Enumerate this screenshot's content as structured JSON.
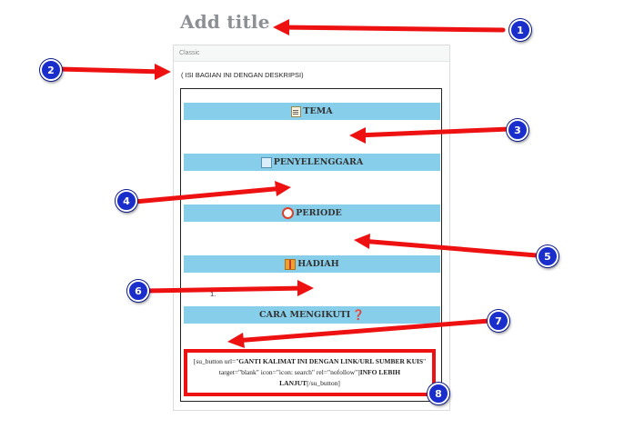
{
  "post_title_placeholder": "Add title",
  "editor": {
    "block_label": "Classic",
    "description": "( ISI BAGIAN INI DENGAN DESKRIPSI)",
    "sections": [
      {
        "label": "TEMA",
        "icon": "memo-icon"
      },
      {
        "label": "PENYELENGGARA",
        "icon": "calendar-icon"
      },
      {
        "label": "PERIODE",
        "icon": "alarm-clock-icon"
      },
      {
        "label": "HADIAH",
        "icon": "gift-icon"
      },
      {
        "label": "CARA MENGIKUTI",
        "icon": "question-mark-icon"
      }
    ],
    "list_item_number": "1.",
    "shortcode": {
      "open": "[su_button url=\"",
      "url_text": "GANTI KALIMAT INI DENGAN LINK/URL SUMBER KUIS",
      "attrs": "\" target=\"blank\" icon=\"icon: search\" rel=\"nofollow\"]",
      "button_text": "INFO LEBIH LANJUT",
      "close": "[/su_button]"
    }
  },
  "annotations": {
    "badges": [
      "1",
      "2",
      "3",
      "4",
      "5",
      "6",
      "7",
      "8"
    ],
    "arrow_color": "#ee1111",
    "badge_color": "#1a2ecc"
  }
}
